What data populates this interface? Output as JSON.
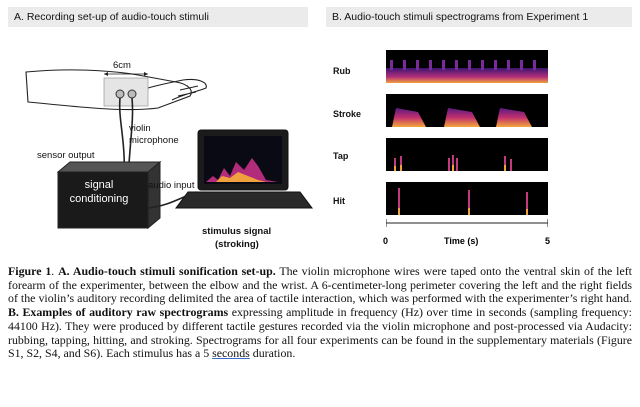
{
  "panelA": {
    "header": "A. Recording set-up of audio-touch stimuli",
    "label_distance": "6cm",
    "label_mic": "violin microphone",
    "label_sensor": "sensor output",
    "label_audio_in": "audio input",
    "label_signal": "signal conditioning",
    "label_stimulus": "stimulus signal",
    "label_stimulus_sub": "(stroking)"
  },
  "panelB": {
    "header": "B. Audio-touch stimuli spectrograms from Experiment 1",
    "rows": [
      "Rub",
      "Stroke",
      "Tap",
      "Hit"
    ],
    "axis": {
      "start": "0",
      "end": "5",
      "label": "Time (s)"
    }
  },
  "caption": {
    "fig_label": "Figure 1",
    "p1": ". ",
    "titleA": "A. Audio-touch stimuli sonification set-up.",
    "textA": " The violin microphone wires were taped onto the ventral skin of the left forearm of the experimenter, between the elbow and the wrist. A 6-centimeter-long perimeter covering the left and the right fields of the violin’s auditory recording delimited the area of tactile interaction, which was performed with the experimenter’s right hand. ",
    "titleB": "B. Examples of auditory raw spectrograms",
    "textB": " expressing amplitude in frequency (Hz) over time in seconds (sampling frequency: 44100 Hz). They were produced by different tactile gestures recorded via the violin microphone and post-processed via Audacity: rubbing, tapping, hitting, and stroking. Spectrograms for all four experiments can be found in the supplementary materials (Figure S1, S2, S4, and S6). Each stimulus has a 5 ",
    "link": "seconds",
    "end": " duration."
  },
  "colors": {
    "spec_bg": "#000000",
    "spec_hot": "#f2a23a",
    "spec_mid": "#c02a7a",
    "spec_low": "#4a1a8a"
  }
}
